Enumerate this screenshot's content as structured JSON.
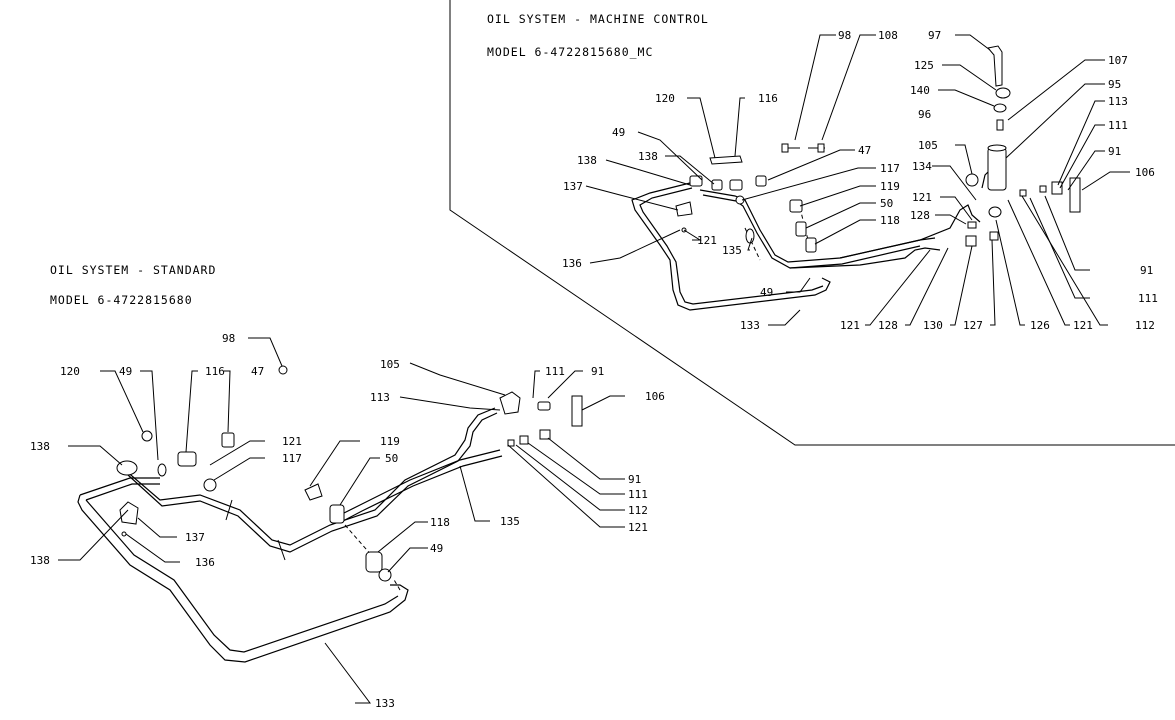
{
  "standard": {
    "title": "OIL SYSTEM - STANDARD",
    "model": "MODEL 6-4722815680",
    "callouts": [
      "98",
      "120",
      "49",
      "116",
      "47",
      "138",
      "121",
      "117",
      "105",
      "113",
      "111",
      "91",
      "106",
      "119",
      "50",
      "137",
      "138",
      "136",
      "135",
      "91",
      "111",
      "112",
      "121",
      "118",
      "49",
      "133"
    ]
  },
  "machine_control": {
    "title": "OIL SYSTEM - MACHINE CONTROL",
    "model": "MODEL 6-4722815680_MC",
    "callouts": [
      "98",
      "108",
      "97",
      "107",
      "125",
      "95",
      "140",
      "96",
      "113",
      "120",
      "116",
      "111",
      "49",
      "91",
      "47",
      "105",
      "138",
      "138",
      "117",
      "134",
      "106",
      "137",
      "119",
      "121",
      "50",
      "121",
      "128",
      "118",
      "136",
      "135",
      "49",
      "91",
      "111",
      "133",
      "121",
      "128",
      "130",
      "127",
      "126",
      "121",
      "112"
    ]
  }
}
